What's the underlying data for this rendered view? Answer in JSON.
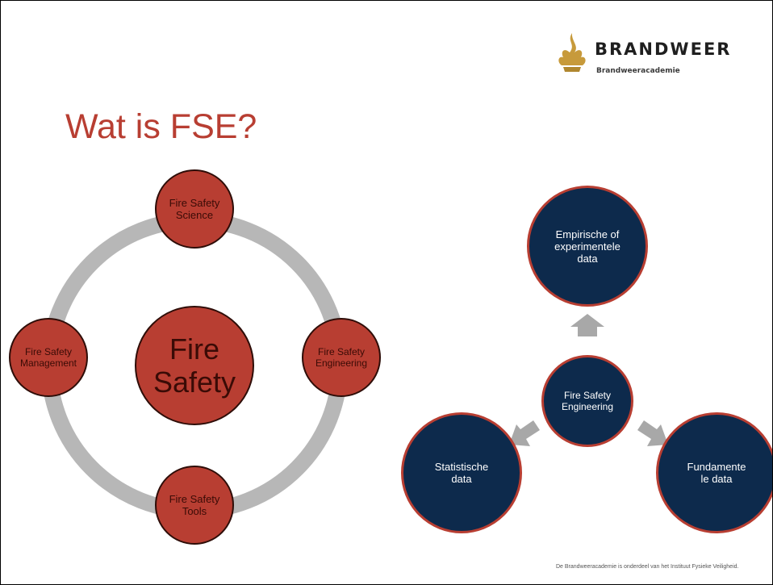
{
  "logo": {
    "name": "BRANDWEER",
    "subtitle": "Brandweeracademie"
  },
  "title": "Wat is FSE?",
  "left_diagram": {
    "center": "Fire\nSafety",
    "nodes": {
      "top": "Fire Safety\nScience",
      "left": "Fire Safety\nManagement",
      "right": "Fire Safety\nEngineering",
      "bottom": "Fire Safety\nTools"
    }
  },
  "right_diagram": {
    "center": "Fire Safety\nEngineering",
    "top": "Empirische of\nexperimentele\ndata",
    "left": "Statistische\ndata",
    "right": "Fundamente\nle data"
  },
  "footer": "De Brandweeracademie is onderdeel van het Instituut Fysieke Veiligheid.",
  "colors": {
    "accent_red": "#b83e32",
    "navy": "#0d2a4c",
    "ring_gray": "#b7b7b7",
    "logo_gold": "#c79a3b"
  }
}
